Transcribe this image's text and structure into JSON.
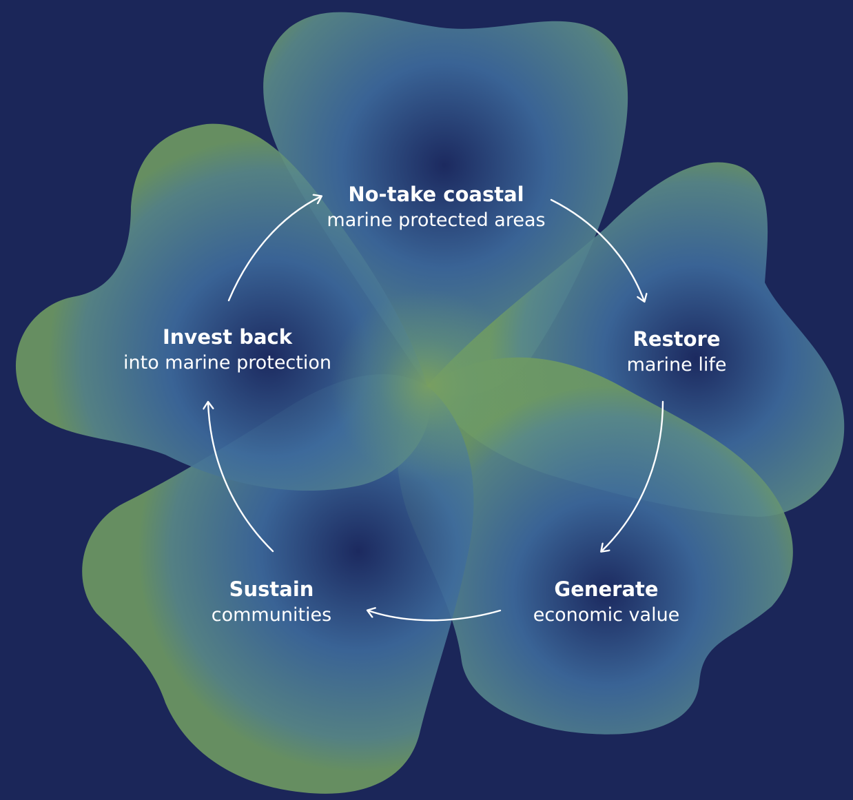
{
  "diagram": {
    "type": "cycle",
    "nodes": [
      {
        "title": "No-take coastal",
        "subtitle": "marine protected areas"
      },
      {
        "title": "Restore",
        "subtitle": "marine life"
      },
      {
        "title": "Generate",
        "subtitle": "economic value"
      },
      {
        "title": "Sustain",
        "subtitle": "communities"
      },
      {
        "title": "Invest back",
        "subtitle": "into marine protection"
      }
    ],
    "edges": [
      {
        "from": "No-take coastal",
        "to": "Restore"
      },
      {
        "from": "Restore",
        "to": "Generate"
      },
      {
        "from": "Generate",
        "to": "Sustain"
      },
      {
        "from": "Sustain",
        "to": "Invest back"
      },
      {
        "from": "Invest back",
        "to": "No-take coastal"
      }
    ]
  },
  "colors": {
    "background": "#1b2659",
    "blob_center": "#1c2a60",
    "blob_mid": "#3d6a9c",
    "blob_edge": "#6a9a72",
    "center_glow": "#7aa060",
    "arrow": "#ffffff",
    "text": "#ffffff"
  }
}
